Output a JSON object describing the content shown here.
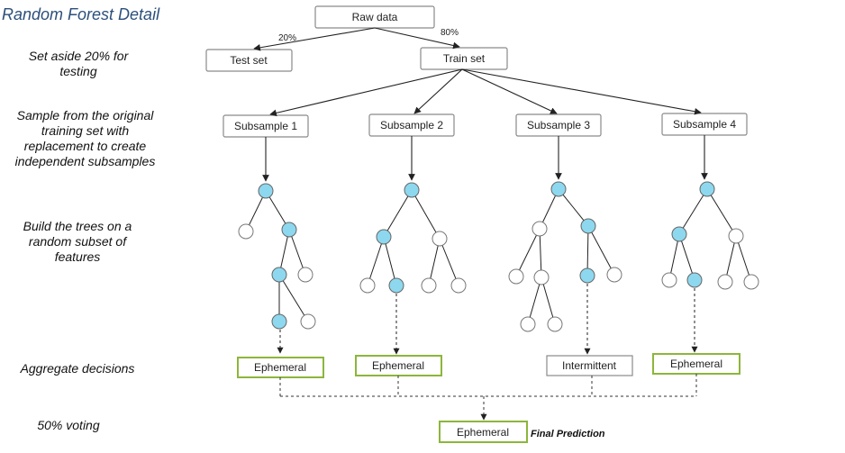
{
  "title": "Random Forest Detail",
  "steps": {
    "set_aside": [
      "Set aside 20% for",
      "testing"
    ],
    "sample": [
      "Sample from the original",
      "training set with",
      "replacement to create",
      "independent subsamples"
    ],
    "build": [
      "Build the trees on a",
      "random subset of",
      "features"
    ],
    "aggregate": "Aggregate decisions",
    "voting": "50% voting"
  },
  "nodes": {
    "raw": "Raw data",
    "test": "Test set",
    "train": "Train set",
    "sub1": "Subsample 1",
    "sub2": "Subsample 2",
    "sub3": "Subsample 3",
    "sub4": "Subsample 4"
  },
  "split": {
    "test_pct": "20%",
    "train_pct": "80%"
  },
  "decisions": [
    "Ephemeral",
    "Ephemeral",
    "Intermittent",
    "Ephemeral"
  ],
  "final": {
    "value": "Ephemeral",
    "label": "Final Prediction"
  },
  "colors": {
    "filled_node": "#8dd8ef",
    "decision_border": "#8cb63c",
    "title": "#2c4f7c"
  }
}
